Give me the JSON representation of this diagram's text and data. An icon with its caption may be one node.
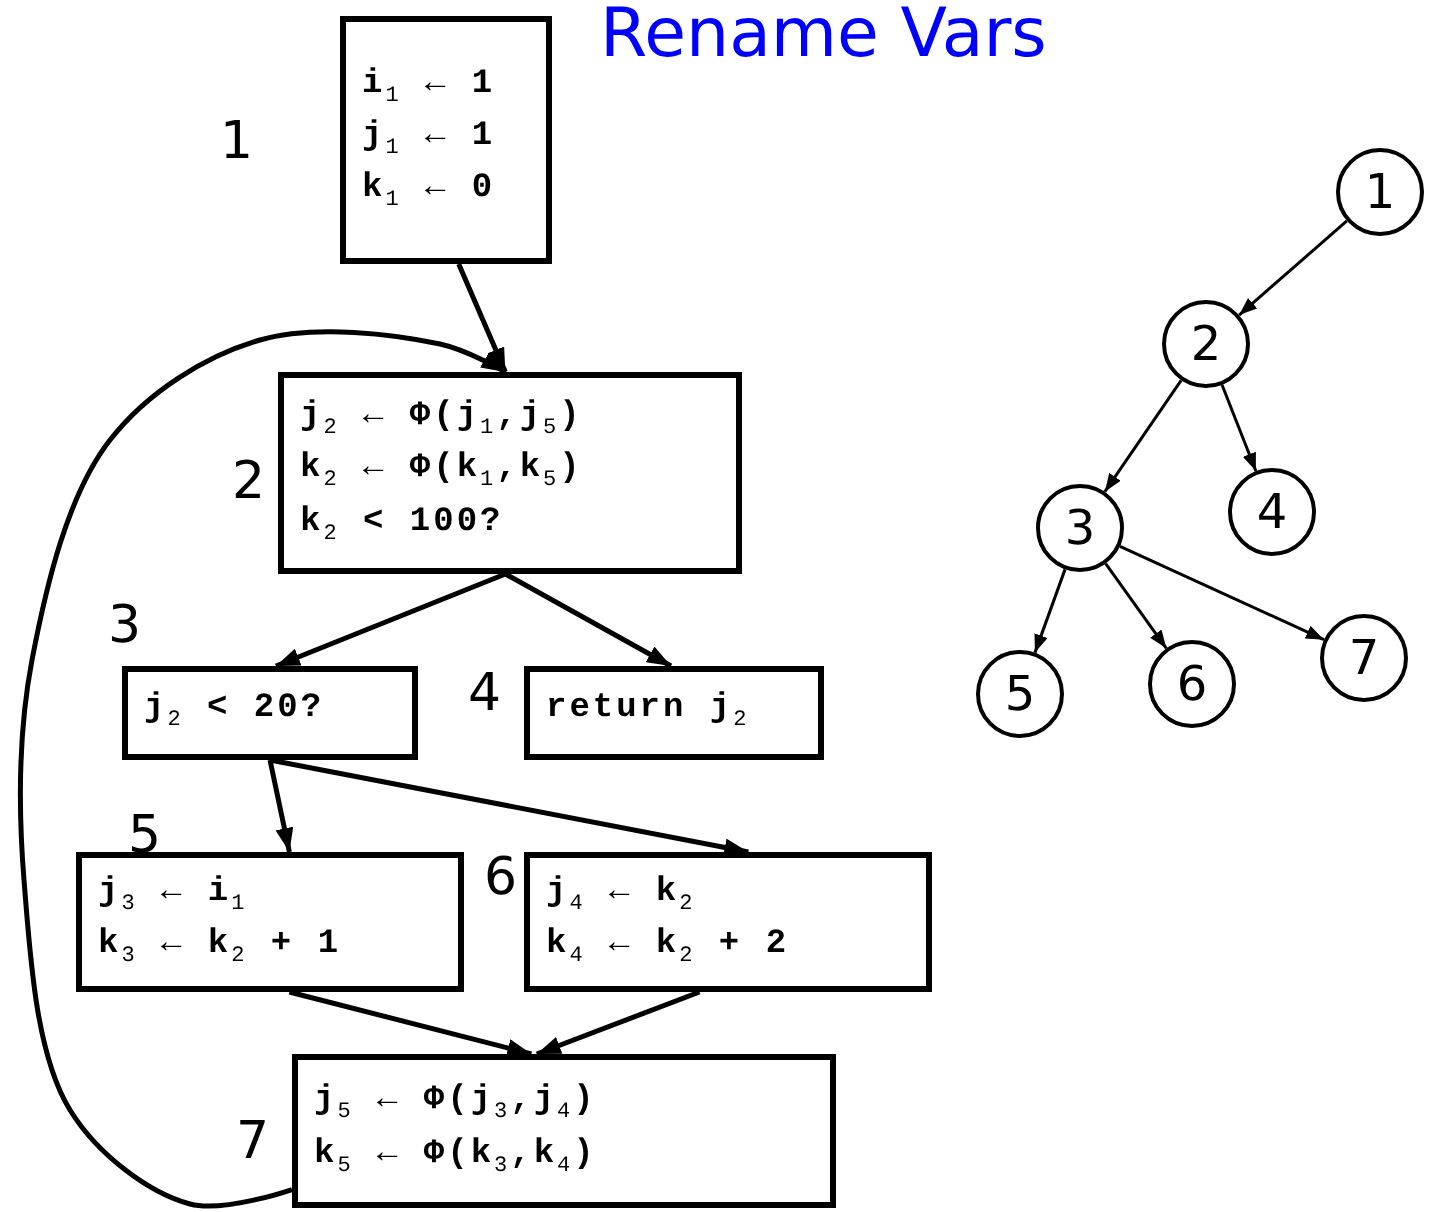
{
  "diagram": {
    "title": "Rename Vars",
    "nodes": [
      {
        "text": [
          "i$_{1}$ ← 1",
          "j$_{1}$ ← 1",
          "k$_{1}$ ← 0"
        ],
        "beside": [
          "1"
        ]
      },
      {
        "text": [
          "j$_{2}$ ← Φ(j$_{1}$,j$_{5}$)",
          "k$_{2}$ ← Φ(k$_{1}$,k$_{5}$)",
          "k$_{2}$ < 100?"
        ],
        "beside": [
          "2"
        ]
      },
      {
        "text": [
          "j$_{2}$ < 20?"
        ],
        "beside": [
          "3"
        ]
      },
      {
        "text": [
          "return j$_{2}$"
        ],
        "beside": [
          "4"
        ]
      },
      {
        "text": [
          "j$_{3}$ ← i$_{1}$",
          "k$_{3}$ ← k$_{2}$ + 1"
        ],
        "beside": [
          "5"
        ]
      },
      {
        "text": [
          "j$_{4}$ ← k$_{2}$",
          "k$_{4}$ ← k$_{2}$ + 2"
        ],
        "beside": [
          "6"
        ]
      },
      {
        "text": [
          "j$_{5}$ ← Φ(j$_{3}$,j$_{4}$)",
          "k$_{5}$ ← Φ(k$_{3}$,k$_{4}$)"
        ],
        "beside": [
          "7"
        ]
      },
      {
        "text": [
          "1"
        ]
      },
      {
        "text": [
          "2"
        ]
      },
      {
        "text": [
          "3"
        ]
      },
      {
        "text": [
          "4"
        ]
      },
      {
        "text": [
          "5"
        ]
      },
      {
        "text": [
          "6"
        ]
      },
      {
        "text": [
          "7"
        ]
      }
    ],
    "edges": [
      {
        "from": 0,
        "to": 1,
        "arrow": "to"
      },
      {
        "from": 6,
        "to": 1,
        "arrow": "to"
      },
      {
        "from": 1,
        "to": 2,
        "arrow": "to"
      },
      {
        "from": 1,
        "to": 3,
        "arrow": "to"
      },
      {
        "from": 2,
        "to": 4,
        "arrow": "to"
      },
      {
        "from": 2,
        "to": 5,
        "arrow": "to"
      },
      {
        "from": 4,
        "to": 6,
        "arrow": "to"
      },
      {
        "from": 5,
        "to": 6,
        "arrow": "to"
      },
      {
        "from": 7,
        "to": 8,
        "arrow": "to"
      },
      {
        "from": 8,
        "to": 9,
        "arrow": "to"
      },
      {
        "from": 8,
        "to": 10,
        "arrow": "to"
      },
      {
        "from": 9,
        "to": 11,
        "arrow": "to"
      },
      {
        "from": 9,
        "to": 12,
        "arrow": "to"
      },
      {
        "from": 9,
        "to": 13,
        "arrow": "to"
      }
    ]
  }
}
